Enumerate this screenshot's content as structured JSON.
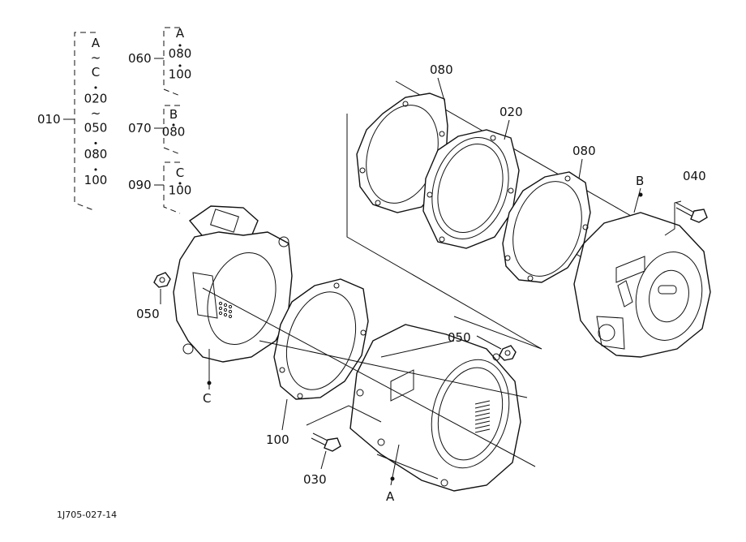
{
  "legend": {
    "group_010": {
      "code": "010",
      "lines": [
        "A",
        "~",
        "C",
        "•",
        "020",
        "~",
        "050",
        "•",
        "080",
        "•",
        "100"
      ]
    },
    "group_060": {
      "code": "060",
      "lines": [
        "A",
        "•",
        "080",
        "•",
        "100"
      ]
    },
    "group_070": {
      "code": "070",
      "lines": [
        "B",
        "•",
        "080"
      ]
    },
    "group_090": {
      "code": "090",
      "lines": [
        "C",
        "•",
        "100"
      ]
    }
  },
  "callouts": {
    "gasket_top": "080",
    "flange_top": "020",
    "gasket_mid": "080",
    "ref_b": "B",
    "bolt_040": "040",
    "nut_left": "050",
    "ref_c": "C",
    "gasket_lower": "100",
    "bolt_030": "030",
    "ref_a": "A",
    "nut_right": "050"
  },
  "drawing_id": "1J705-027-14",
  "colors": {
    "line": "#111111",
    "background": "#ffffff"
  }
}
